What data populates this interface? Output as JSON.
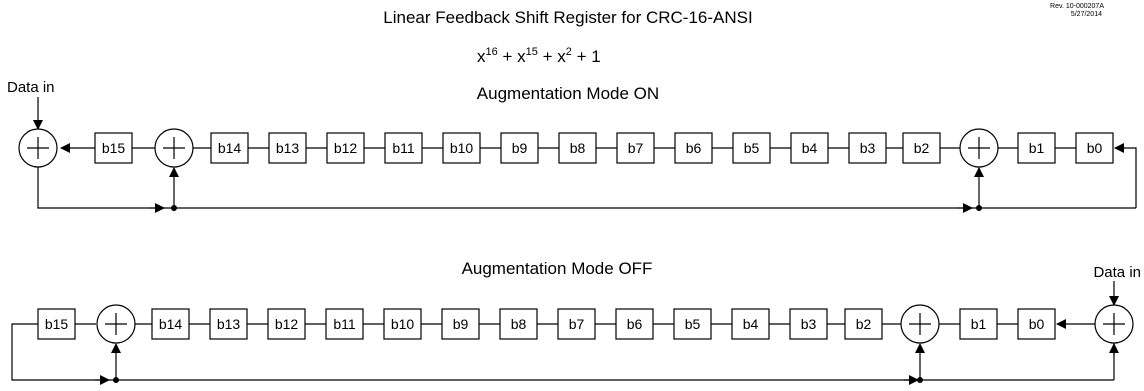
{
  "header": {
    "title": "Linear Feedback Shift Register for CRC-16-ANSI",
    "revision": "Rev. 10-000207A",
    "date": "5/27/2014"
  },
  "formula": {
    "t1_base": "x",
    "t1_exp": "16",
    "t2_base": " + x",
    "t2_exp": "15",
    "t3_base": " + x",
    "t3_exp": "2",
    "tail": " + 1"
  },
  "diagrams": {
    "on": {
      "label": "Augmentation Mode ON",
      "data_in_label": "Data in",
      "registers": [
        "b15",
        "b14",
        "b13",
        "b12",
        "b11",
        "b10",
        "b9",
        "b8",
        "b7",
        "b6",
        "b5",
        "b4",
        "b3",
        "b2",
        "b1",
        "b0"
      ]
    },
    "off": {
      "label": "Augmentation Mode OFF",
      "data_in_label": "Data in",
      "registers": [
        "b15",
        "b14",
        "b13",
        "b12",
        "b11",
        "b10",
        "b9",
        "b8",
        "b7",
        "b6",
        "b5",
        "b4",
        "b3",
        "b2",
        "b1",
        "b0"
      ]
    }
  }
}
